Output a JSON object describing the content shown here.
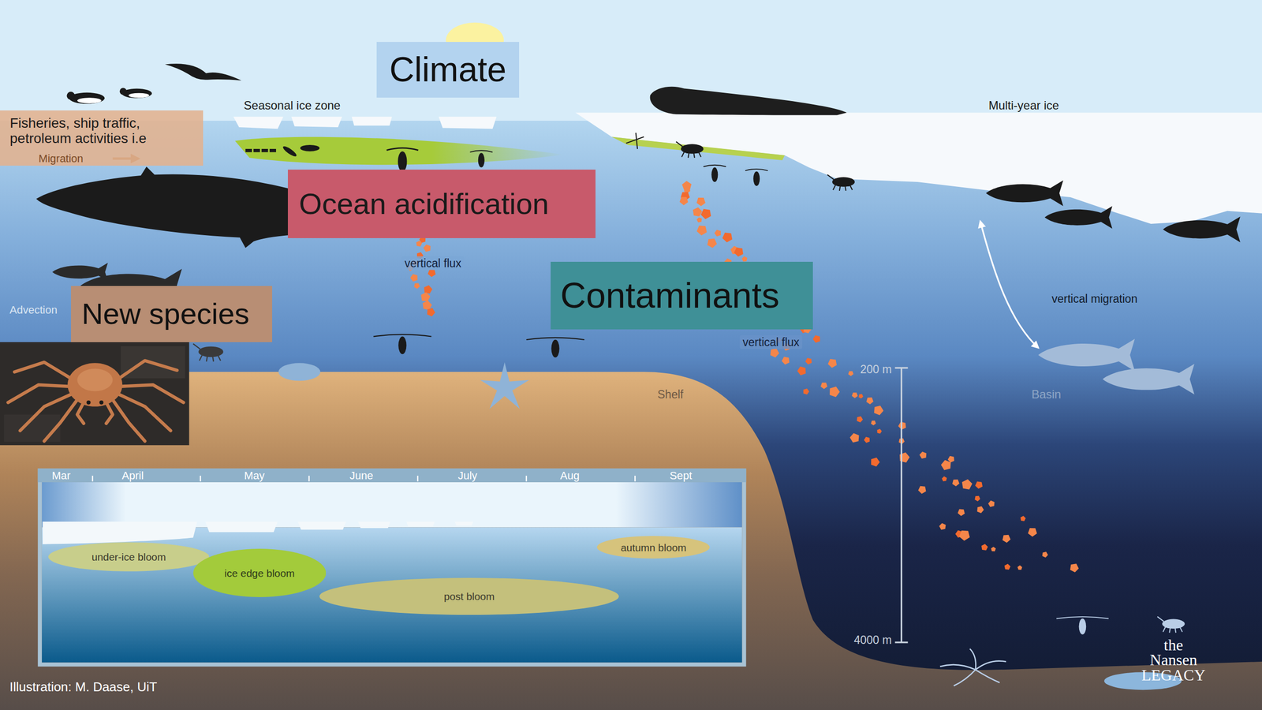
{
  "diagram": {
    "nodes": [
      {
        "text": [
          "Climate"
        ]
      },
      {
        "text": [
          "Fisheries, ship traffic, petroleum activities i.e"
        ]
      },
      {
        "text": [
          "Ocean acidification"
        ]
      },
      {
        "text": [
          "Contaminants"
        ]
      },
      {
        "text": [
          "New species"
        ]
      },
      {
        "text": [
          "Mar",
          "April",
          "May",
          "June",
          "July",
          "Aug",
          "Sept"
        ]
      },
      {
        "text": [
          "under-ice bloom"
        ],
        "in": 5
      },
      {
        "text": [
          "ice edge bloom"
        ],
        "in": 5
      },
      {
        "text": [
          "post bloom"
        ],
        "in": 5
      },
      {
        "text": [
          "autumn bloom"
        ],
        "in": 5
      }
    ],
    "labels": [
      "Seasonal ice zone",
      "Multi-year ice",
      "Migration",
      "vertical flux",
      "Advection",
      "vertical flux",
      "vertical migration",
      "Shelf",
      "Basin",
      "200 m",
      "4000 m",
      "Illustration: M. Daase, UiT",
      "the Nansen LEGACY"
    ]
  }
}
